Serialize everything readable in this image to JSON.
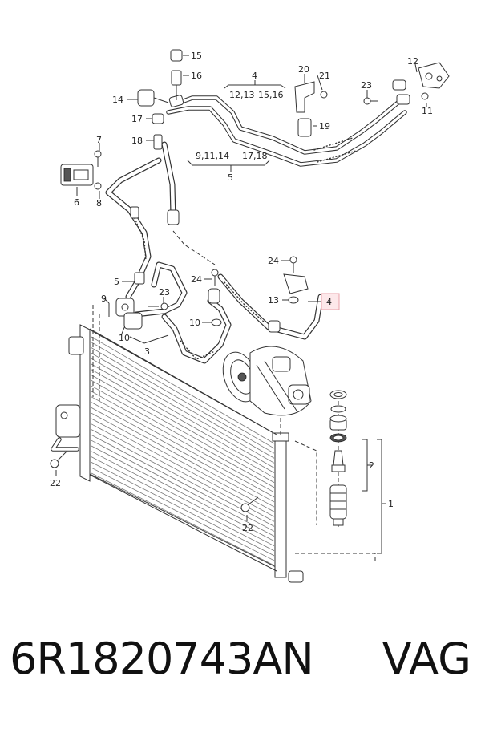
{
  "labels": {
    "l1": "1",
    "l2": "2",
    "l3": "3",
    "l4a": "4",
    "l4b": "4",
    "l5a": "5",
    "l5b": "5",
    "l6": "6",
    "l7": "7",
    "l8": "8",
    "l9": "9",
    "l10a": "10",
    "l10b": "10",
    "l11": "11",
    "l12": "12",
    "l13": "13",
    "l14": "14",
    "l15": "15",
    "l16": "16",
    "l17": "17",
    "l18": "18",
    "l19": "19",
    "l20": "20",
    "l21": "21",
    "l22a": "22",
    "l22b": "22",
    "l23a": "23",
    "l23b": "23",
    "l24a": "24",
    "l24b": "24",
    "g4a": "12,13",
    "g4b": "15,16",
    "g5a": "9,11,14",
    "g5b": "17,18"
  },
  "highlight_color": "#e8a0a8",
  "footer": {
    "part_number": "6R1820743AN",
    "brand": "VAG"
  }
}
